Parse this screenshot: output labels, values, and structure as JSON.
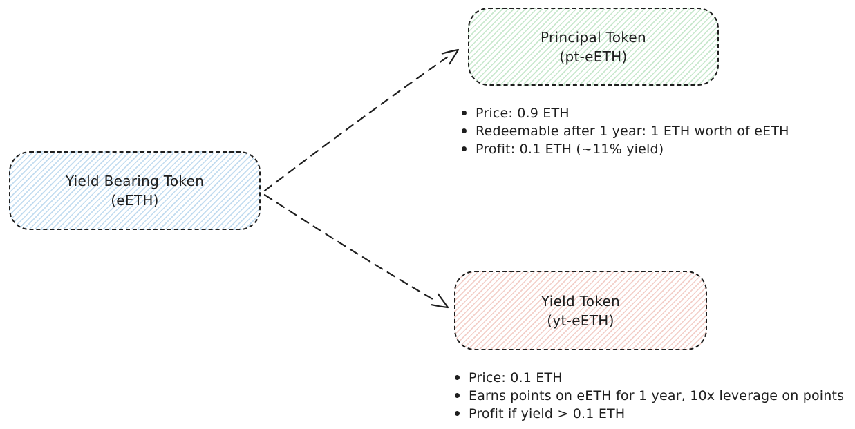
{
  "diagram": {
    "style": {
      "stroke_color": "#1e1e1e",
      "text_color": "#1e1e1e",
      "background_color": "#ffffff",
      "blue_hatch_color": "#c2dcf0",
      "green_hatch_color": "#c8e8cd",
      "red_hatch_color": "#f3cfc9",
      "fill_style": "hachure",
      "border_style": "dashed"
    },
    "nodes": {
      "yield_bearing": {
        "title_line1": "Yield Bearing Token",
        "title_line2": "(eETH)"
      },
      "principal": {
        "title_line1": "Principal Token",
        "title_line2": "(pt-eETH)",
        "bullets": [
          "Price: 0.9 ETH",
          "Redeemable after 1 year: 1 ETH worth of eETH",
          "Profit: 0.1 ETH (~11% yield)"
        ]
      },
      "yield_token": {
        "title_line1": "Yield Token",
        "title_line2": "(yt-eETH)",
        "bullets": [
          "Price: 0.1 ETH",
          "Earns points on eETH for 1 year, 10x leverage on points",
          "Profit if yield > 0.1 ETH"
        ]
      }
    },
    "edges": [
      {
        "from": "yield_bearing",
        "to": "principal",
        "style": "dashed-arrow"
      },
      {
        "from": "yield_bearing",
        "to": "yield_token",
        "style": "dashed-arrow"
      }
    ]
  }
}
